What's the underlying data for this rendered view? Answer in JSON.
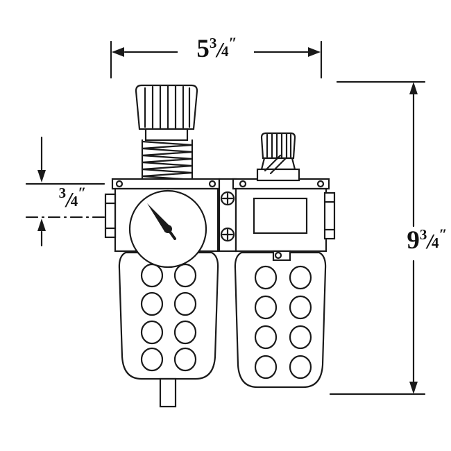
{
  "page": {
    "background": "#ffffff",
    "line_color": "#1a1a1a"
  },
  "dimensions": {
    "width": {
      "whole": "5",
      "numerator": "3",
      "slash": "/",
      "denominator": "4",
      "unit": "″"
    },
    "height": {
      "whole": "9",
      "numerator": "3",
      "slash": "/",
      "denominator": "4",
      "unit": "″"
    },
    "port": {
      "numerator": "3",
      "slash": "/",
      "denominator": "4",
      "unit": "″"
    }
  }
}
